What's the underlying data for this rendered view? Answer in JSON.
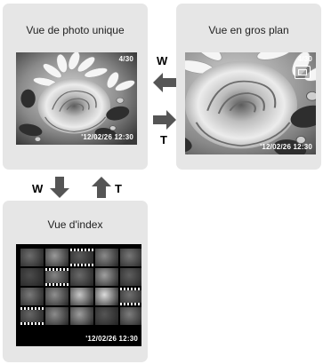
{
  "panels": {
    "single": {
      "title": "Vue de photo unique",
      "counter": "4/30",
      "timestamp": "'12/02/26  12:30"
    },
    "closeup": {
      "title": "Vue en gros plan",
      "counter": "4/30",
      "timestamp": "'12/02/26  12:30"
    },
    "index": {
      "title": "Vue d'index",
      "timestamp": "'12/02/26  12:30"
    }
  },
  "arrows": {
    "to_single": "W",
    "to_closeup": "T",
    "down": "W",
    "up": "T"
  },
  "thumbnails": [
    {
      "tone": "#6d6d6d",
      "film": false
    },
    {
      "tone": "#9a9a9a",
      "film": false
    },
    {
      "tone": "#5a5a5a",
      "film": true
    },
    {
      "tone": "#8a8a8a",
      "film": false
    },
    {
      "tone": "#777777",
      "film": false
    },
    {
      "tone": "#4c4c4c",
      "film": false
    },
    {
      "tone": "#858585",
      "film": true
    },
    {
      "tone": "#6a6a6a",
      "film": false
    },
    {
      "tone": "#a0a0a0",
      "film": false
    },
    {
      "tone": "#5e5e5e",
      "film": false
    },
    {
      "tone": "#7a7a7a",
      "film": false
    },
    {
      "tone": "#909090",
      "film": false
    },
    {
      "tone": "#c8c8c8",
      "film": false
    },
    {
      "tone": "#dcdcdc",
      "film": false
    },
    {
      "tone": "#6f6f6f",
      "film": true
    },
    {
      "tone": "#666666",
      "film": true
    },
    {
      "tone": "#8c8c8c",
      "film": false
    },
    {
      "tone": "#9e9e9e",
      "film": false
    },
    {
      "tone": "#555555",
      "film": false
    },
    {
      "tone": "#7d7d7d",
      "film": false
    }
  ]
}
